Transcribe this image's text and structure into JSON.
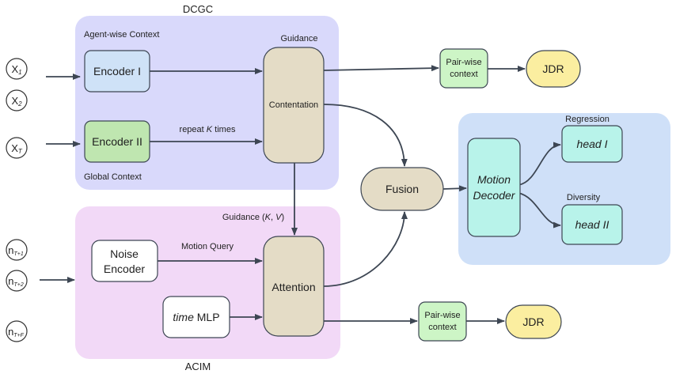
{
  "dcgc": {
    "title": "DCGC",
    "agent_context": "Agent-wise Context",
    "global_context": "Global Context",
    "guidance": "Guidance",
    "encoder1": "Encoder I",
    "encoder2": "Encoder II",
    "repeat_prefix": "repeat ",
    "repeat_k": "K",
    "repeat_suffix": " times",
    "contentation": "Contentation"
  },
  "acim": {
    "title": "ACIM",
    "guidance_prefix": "Guidance (",
    "guidance_k": "K",
    "guidance_sep": ", ",
    "guidance_v": "V",
    "guidance_suffix": ")",
    "noise_line1": "Noise",
    "noise_line2": "Encoder",
    "motion_query": "Motion Query",
    "time_word": "time",
    "mlp_word": " MLP",
    "attention": "Attention"
  },
  "inputs": {
    "x_letter": "X",
    "x_subs": [
      "1",
      "2",
      "T"
    ],
    "n_letter": "n",
    "n_subs": [
      "T+1",
      "T+2",
      "T+F"
    ]
  },
  "pairwise": {
    "line1": "Pair-wise",
    "line2": "context"
  },
  "jdr": "JDR",
  "fusion": "Fusion",
  "decoder": {
    "line1": "Motion",
    "line2": "Decoder",
    "regression": "Regression",
    "diversity": "Diversity",
    "head1": "head I",
    "head2": "head II"
  },
  "colors": {
    "dcgc_bg": "#d9d9fb",
    "acim_bg": "#f2d9f7",
    "decoder_bg": "#cfe0f8",
    "encoder1": "#cfe2f7",
    "encoder2": "#bfe6b0",
    "tan": "#e4dcc6",
    "green": "#cdf5c6",
    "yellow": "#fbeea0",
    "teal": "#b8f3ea",
    "arrow": "#3d4653"
  }
}
